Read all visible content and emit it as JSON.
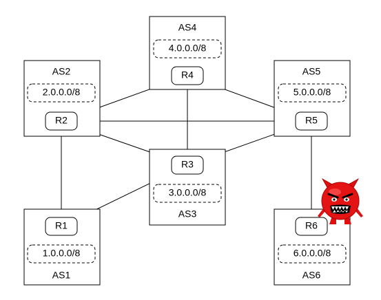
{
  "autonomous_systems": [
    {
      "id": "AS1",
      "label": "AS1",
      "prefix": "1.0.0.0/8",
      "router": "R1"
    },
    {
      "id": "AS2",
      "label": "AS2",
      "prefix": "2.0.0.0/8",
      "router": "R2"
    },
    {
      "id": "AS3",
      "label": "AS3",
      "prefix": "3.0.0.0/8",
      "router": "R3"
    },
    {
      "id": "AS4",
      "label": "AS4",
      "prefix": "4.0.0.0/8",
      "router": "R4"
    },
    {
      "id": "AS5",
      "label": "AS5",
      "prefix": "5.0.0.0/8",
      "router": "R5"
    },
    {
      "id": "AS6",
      "label": "AS6",
      "prefix": "6.0.0.0/8",
      "router": "R6"
    }
  ],
  "links": [
    [
      "R1",
      "R2"
    ],
    [
      "R1",
      "R3"
    ],
    [
      "R2",
      "R4"
    ],
    [
      "R2",
      "R3"
    ],
    [
      "R2",
      "R5"
    ],
    [
      "R4",
      "R3"
    ],
    [
      "R4",
      "R5"
    ],
    [
      "R3",
      "R5"
    ],
    [
      "R5",
      "R6"
    ]
  ],
  "attacker": {
    "router": "R6",
    "icon": "angry-devil-icon",
    "color": "#e01010"
  }
}
